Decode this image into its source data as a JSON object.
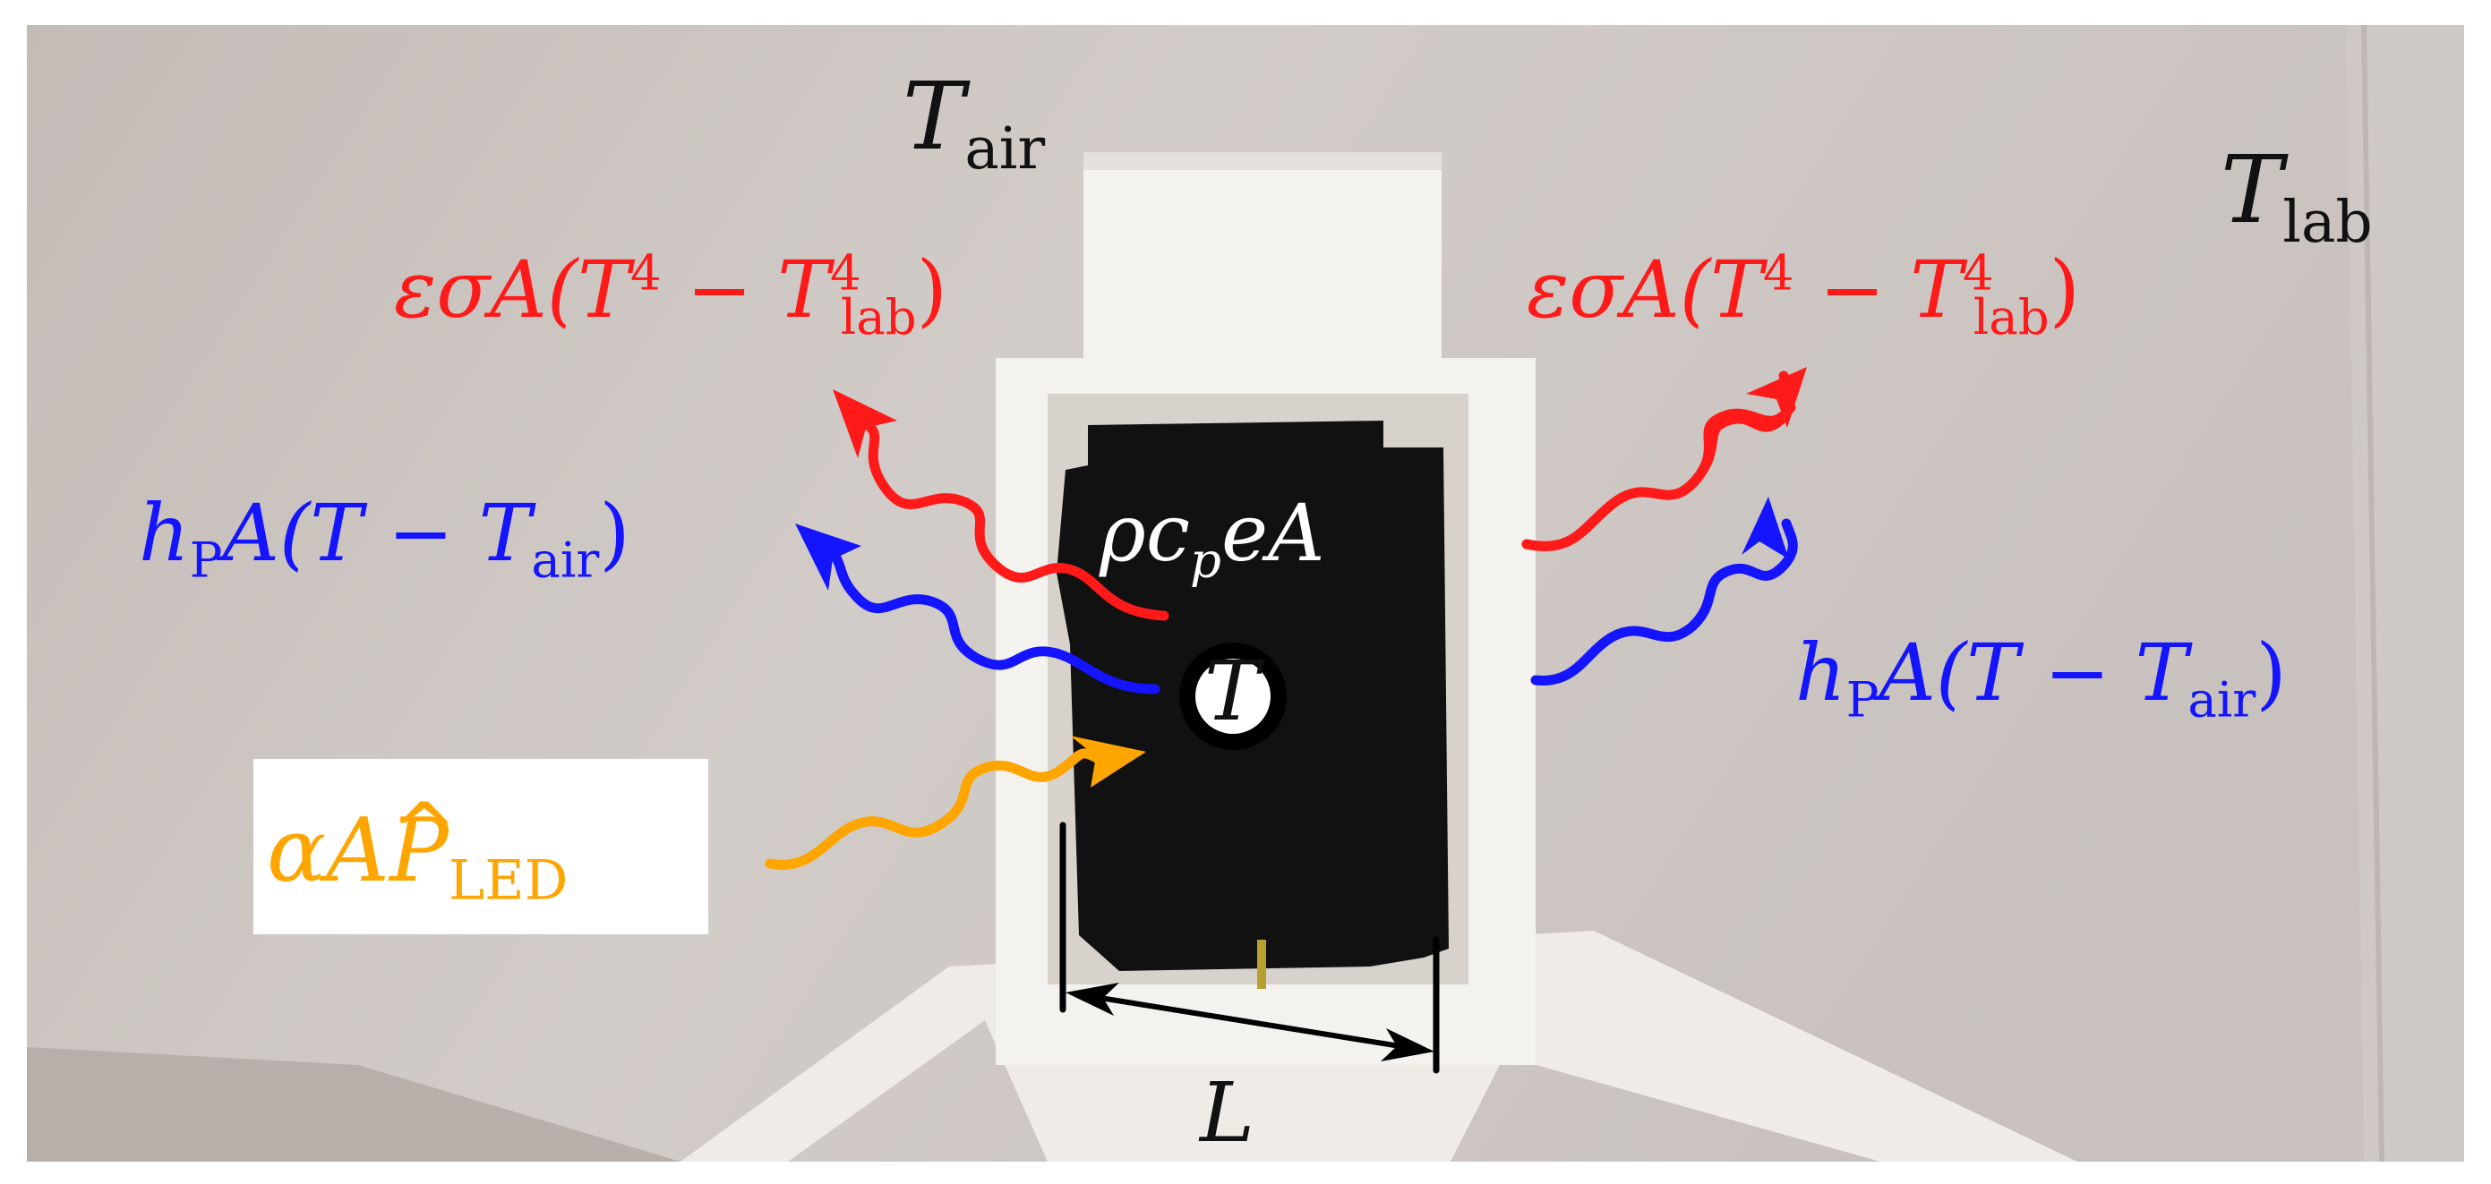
{
  "colors": {
    "radiation": "#ff1a1a",
    "convection": "#1414ff",
    "led": "#ffa500",
    "wall": "#c9c2be",
    "holder": "#f4f2ef",
    "plate": "#111111"
  },
  "labels": {
    "t_air": {
      "sym": "T",
      "sub": "air"
    },
    "t_lab": {
      "sym": "T",
      "sub": "lab"
    },
    "rad_left": {
      "pre": "εσA(T",
      "sup1": "4",
      "mid": " − T",
      "sup2": "4",
      "sub2": "lab",
      "post": ")"
    },
    "rad_right": {
      "pre": "εσA(T",
      "sup1": "4",
      "mid": " − T",
      "sup2": "4",
      "sub2": "lab",
      "post": ")"
    },
    "conv_left": {
      "h": "h",
      "hsub": "P",
      "pre": "A(T − T",
      "sub": "air",
      "post": ")"
    },
    "conv_right": {
      "h": "h",
      "hsub": "P",
      "pre": "A(T − T",
      "sub": "air",
      "post": ")"
    },
    "storage": {
      "pre": "ρc",
      "sub": "p",
      "post": "eA"
    },
    "temperature": "T",
    "led": {
      "pre": "αA",
      "hat": "P",
      "sub": "LED"
    },
    "length": "L"
  }
}
